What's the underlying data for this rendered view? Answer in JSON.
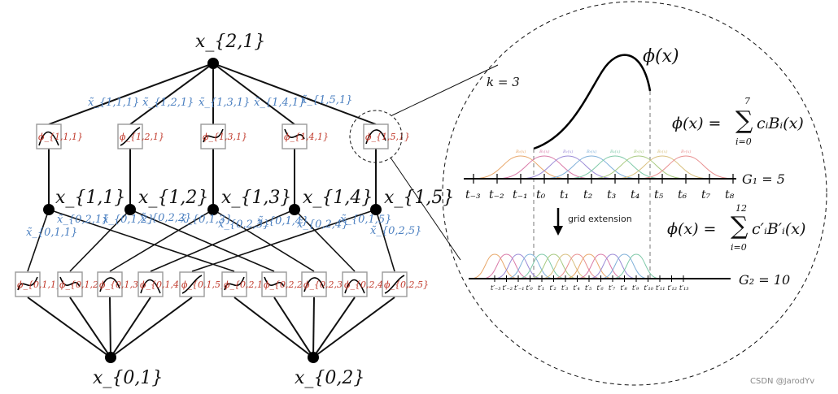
{
  "network": {
    "top_node": "x_{2,1}",
    "hidden_nodes": [
      "x_{1,1}",
      "x_{1,2}",
      "x_{1,3}",
      "x_{1,4}",
      "x_{1,5}"
    ],
    "input_nodes": [
      "x_{0,1}",
      "x_{0,2}"
    ],
    "upper_edge_labels": [
      "x̃_{1,1,1}",
      "x̃_{1,2,1}",
      "x̃_{1,3,1}",
      "x̃_{1,4,1}",
      "x̃_{1,5,1}"
    ],
    "upper_phi_labels": [
      "ϕ_{1,1,1}",
      "ϕ_{1,2,1}",
      "ϕ_{1,3,1}",
      "ϕ_{1,4,1}",
      "ϕ_{1,5,1}"
    ],
    "lower_edge_labels": [
      "x̃_{0,1,1}",
      "x̃_{0,2,1}",
      "x̃_{0,1,2}",
      "x̃_{0,2,2}",
      "x̃_{0,1,3}",
      "x̃_{0,2,3}",
      "x̃_{0,1,4}",
      "x̃_{0,2,4}",
      "x̃_{0,1,5}",
      "x̃_{0,2,5}"
    ],
    "lower_phi_labels": [
      "ϕ_{0,1,1}",
      "ϕ_{0,1,2}",
      "ϕ_{0,1,3}",
      "ϕ_{0,1,4}",
      "ϕ_{0,1,5}",
      "ϕ_{0,2,1}",
      "ϕ_{0,2,2}",
      "ϕ_{0,2,3}",
      "ϕ_{0,2,4}",
      "ϕ_{0,2,5}"
    ]
  },
  "zoom": {
    "k_label": "k = 3",
    "phi_label": "ϕ(x)",
    "eq1": {
      "lhs": "ϕ(x) =",
      "sum_upper": "7",
      "sum_lower": "i=0",
      "rhs": "cᵢBᵢ(x)"
    },
    "eq2": {
      "lhs": "ϕ(x) =",
      "sum_upper": "12",
      "sum_lower": "i=0",
      "rhs": "c′ᵢB′ᵢ(x)"
    },
    "g1_label": "G₁ = 5",
    "g2_label": "G₂ = 10",
    "arrow_caption": "grid extension",
    "coarse_ticks": [
      "t₋₃",
      "t₋₂",
      "t₋₁",
      "t₀",
      "t₁",
      "t₂",
      "t₃",
      "t₄",
      "t₅",
      "t₆",
      "t₇",
      "t₈"
    ],
    "fine_ticks": [
      "t′₋₃",
      "t′₋₂",
      "t′₋₁",
      "t′₀",
      "t′₁",
      "t′₂",
      "t′₃",
      "t′₄",
      "t′₅",
      "t′₆",
      "t′₇",
      "t′₈",
      "t′₉",
      "t′₁₀",
      "t′₁₁",
      "t′₁₂",
      "t′₁₃"
    ],
    "coarse_basis_labels": [
      "B₀(x)",
      "B₁(x)",
      "B₂(x)",
      "B₃(x)",
      "B₄(x)",
      "B₅(x)",
      "B₆(x)",
      "B₇(x)"
    ],
    "basis_colors": [
      "#e8a76a",
      "#d97aa8",
      "#9b8ad6",
      "#7fb0d9",
      "#7fc9a8",
      "#a7c97f",
      "#d9c07f",
      "#e88f8f"
    ]
  },
  "watermark": "CSDN @JarodYv"
}
